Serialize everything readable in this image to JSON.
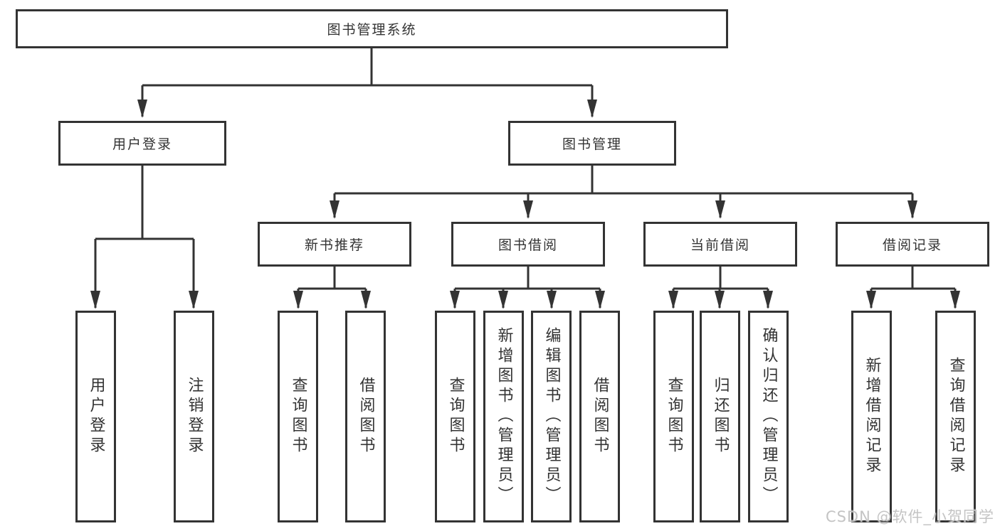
{
  "tree": {
    "label": "图书管理系统",
    "children": [
      {
        "label": "用户登录",
        "children": [
          {
            "label": "用户登录"
          },
          {
            "label": "注销登录"
          }
        ]
      },
      {
        "label": "图书管理",
        "children": [
          {
            "label": "新书推荐",
            "children": [
              {
                "label": "查询图书"
              },
              {
                "label": "借阅图书"
              }
            ]
          },
          {
            "label": "图书借阅",
            "children": [
              {
                "label": "查询图书"
              },
              {
                "label": "新增图书（管理员）"
              },
              {
                "label": "编辑图书（管理员）"
              },
              {
                "label": "借阅图书"
              }
            ]
          },
          {
            "label": "当前借阅",
            "children": [
              {
                "label": "查询图书"
              },
              {
                "label": "归还图书"
              },
              {
                "label": "确认归还（管理员）"
              }
            ]
          },
          {
            "label": "借阅记录",
            "children": [
              {
                "label": "新增借阅记录"
              },
              {
                "label": "查询借阅记录"
              }
            ]
          }
        ]
      }
    ]
  },
  "watermark": {
    "text": "CSDN @软件_小贺同学"
  },
  "colors": {
    "line": "#333333",
    "text": "#333333",
    "watermark": "#c4c4c4",
    "background": "#ffffff"
  }
}
